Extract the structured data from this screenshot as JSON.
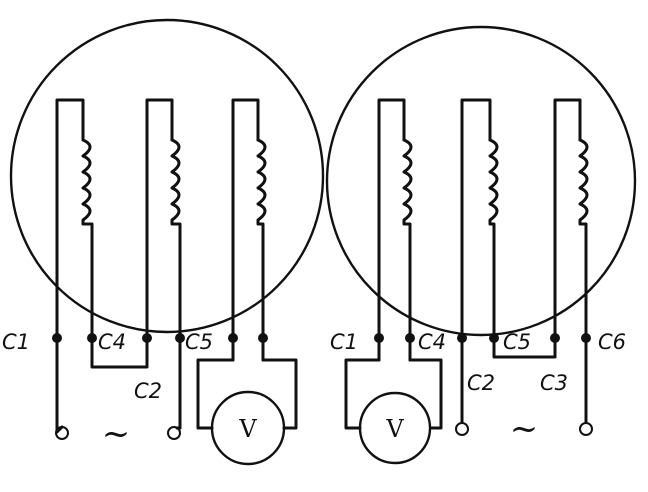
{
  "left_diagram": {
    "labels": {
      "c1": "C1",
      "c4": "C4",
      "c5": "C5",
      "c2": "C2"
    },
    "voltmeter": "V",
    "ac_symbol": "~"
  },
  "right_diagram": {
    "labels": {
      "c1": "C1",
      "c4": "C4",
      "c5": "C5",
      "c6": "C6",
      "c2": "C2",
      "c3": "C3"
    },
    "voltmeter": "V",
    "ac_symbol": "~"
  }
}
